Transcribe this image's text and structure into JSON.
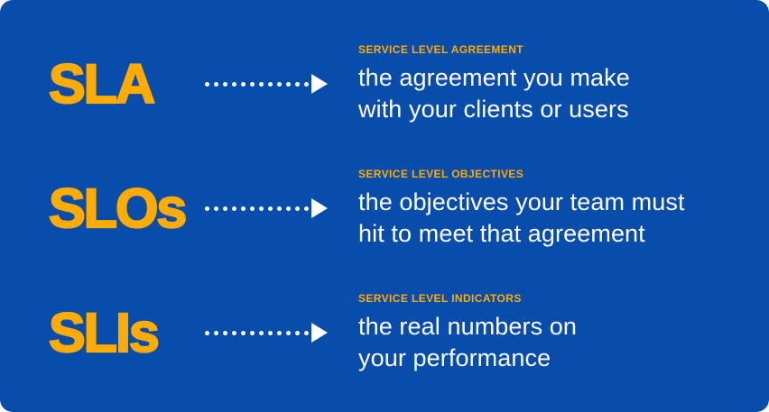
{
  "colors": {
    "panel_background": "#084CAC",
    "accent_yellow": "#FFAB00",
    "body_text": "#FFFFFF"
  },
  "arrow": {
    "icon": "dotted-arrow-right-icon",
    "dot_count": 12
  },
  "rows": [
    {
      "acronym": "SLA",
      "label": "SERVICE LEVEL AGREEMENT",
      "line1": "the agreement you make",
      "line2": "with your clients or users"
    },
    {
      "acronym": "SLOs",
      "label": "SERVICE LEVEL OBJECTIVES",
      "line1": "the objectives your team must",
      "line2": "hit to meet that agreement"
    },
    {
      "acronym": "SLIs",
      "label": "SERVICE LEVEL INDICATORS",
      "line1": "the real numbers on",
      "line2": "your performance"
    }
  ]
}
